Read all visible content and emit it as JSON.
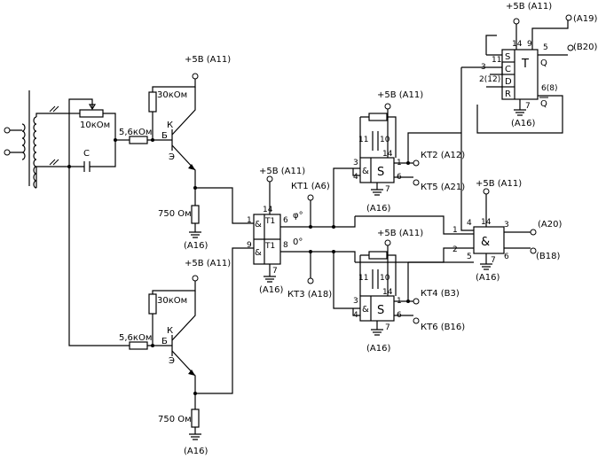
{
  "power": {
    "vcc_top1": "+5В (А11)",
    "vcc_top2": "+5В (А11)",
    "vcc_mid": "+5В (А11)",
    "vcc_s_top": "+5В (А11)",
    "vcc_s_bot": "+5В (А11)",
    "vcc_and": "+5В (А11)",
    "vcc_trig": "+5В (А11)"
  },
  "grounds": {
    "g_r750_top": "(А16)",
    "g_r750_bot": "(А16)",
    "g_nand": "(А16)",
    "g_s_top": "(А16)",
    "g_s_bot": "(А16)",
    "g_and": "(А16)",
    "g_trig": "(А16)"
  },
  "components": {
    "pot": "10кОм",
    "cap": "C",
    "r56_top": "5,6кОм",
    "r56_bot": "5,6кОм",
    "r30_top": "30кОм",
    "r30_bot": "30кОм",
    "r750_top": "750 Ом",
    "r750_bot": "750 Ом",
    "tr_k": "К",
    "tr_b": "Б",
    "tr_e": "Э"
  },
  "gates": {
    "nand_sym": "&",
    "nand_glyph": "Т1",
    "s_sym": "S",
    "and_sym": "&",
    "trig_t": "T",
    "trig_s": "S",
    "trig_c": "C",
    "trig_d": "D",
    "trig_r": "R",
    "trig_q": "Q",
    "trig_qn": "Q"
  },
  "pins": {
    "nand_14": "14",
    "nand_1": "1",
    "nand_9": "9",
    "nand_6": "6",
    "nand_8": "8",
    "nand_7": "7",
    "s_top_11": "11",
    "s_top_10": "10",
    "s_top_14": "14",
    "s_top_3": "3",
    "s_top_4": "4",
    "s_top_1": "1",
    "s_top_6": "6",
    "s_top_7": "7",
    "s_bot_11": "11",
    "s_bot_10": "10",
    "s_bot_14": "14",
    "s_bot_3": "3",
    "s_bot_4": "4",
    "s_bot_1": "1",
    "s_bot_6": "6",
    "s_bot_7": "7",
    "and_14": "14",
    "and_1": "1",
    "and_2": "2",
    "and_4": "4",
    "and_5": "5",
    "and_3": "3",
    "and_6": "6",
    "and_7": "7",
    "tr_14": "14",
    "tr_9": "9",
    "tr_5": "5",
    "tr_11": "11",
    "tr_3": "3",
    "tr_2": "2(12)",
    "tr_6": "6(8)",
    "tr_7": "7"
  },
  "signals": {
    "phi": "φ°",
    "zero": "0°"
  },
  "testpoints": {
    "kt1": "КТ1 (А6)",
    "kt3": "КТ3 (А18)",
    "kt2": "КТ2 (А12)",
    "kt5": "КТ5 (А21)",
    "kt4": "КТ4 (В3)",
    "kt6": "КТ6 (В16)"
  },
  "outputs": {
    "a19": "(А19)",
    "b20": "(В20)",
    "a20": "(А20)",
    "b18": "(В18)"
  }
}
